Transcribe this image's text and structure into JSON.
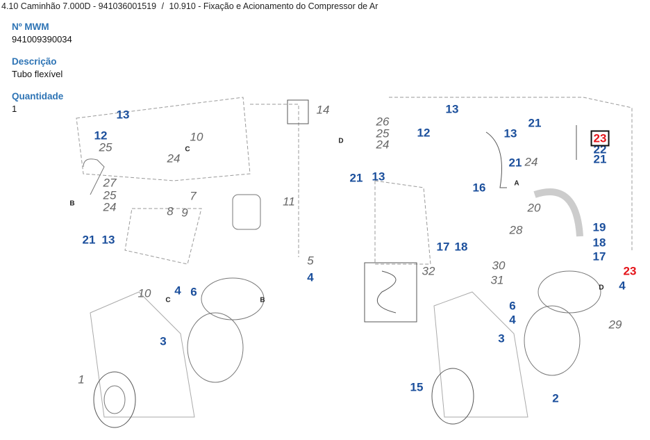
{
  "breadcrumb": {
    "model": "4.10 Caminhão 7.000D - 941036001519",
    "sep": "/",
    "section": "10.910 - Fixação e Acionamento do Compressor de Ar"
  },
  "part": {
    "mwm_label": "Nº MWM",
    "mwm_value": "941009390034",
    "desc_label": "Descrição",
    "desc_value": "Tubo flexível",
    "qty_label": "Quantidade",
    "qty_value": "1"
  },
  "diagram": {
    "callouts": [
      "13",
      "12",
      "25",
      "10",
      "C",
      "24",
      "14",
      "27",
      "25",
      "B",
      "24",
      "21",
      "13",
      "7",
      "11",
      "8",
      "9",
      "5",
      "4",
      "B",
      "10",
      "C",
      "4",
      "6",
      "3",
      "1",
      "26",
      "25",
      "24",
      "D",
      "21",
      "13",
      "13",
      "12",
      "13",
      "21",
      "21",
      "24",
      "23",
      "22",
      "21",
      "16",
      "A",
      "20",
      "28",
      "19",
      "18",
      "17",
      "17",
      "18",
      "30",
      "32",
      "31",
      "23",
      "4",
      "D",
      "6",
      "4",
      "29",
      "3",
      "15",
      "2"
    ],
    "highlight_color": "#e4141a"
  }
}
